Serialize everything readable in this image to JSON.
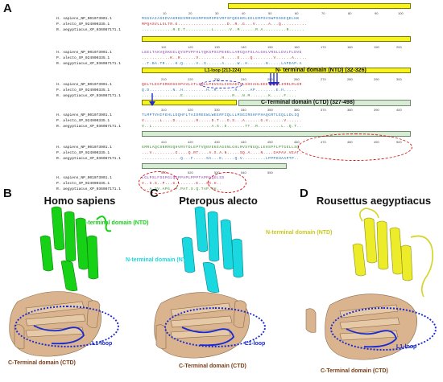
{
  "panels": {
    "a": "A",
    "b": "B",
    "c": "C",
    "d": "D"
  },
  "alignment": {
    "sequence_names": [
      "H. sapiens_NP_001073901.1",
      "P. alecto_XP_024900335.1",
      "R. aegyptiacus_XP_036087171.1"
    ],
    "blocks": [
      {
        "ruler": [
          "10",
          "20",
          "30",
          "40",
          "50",
          "60",
          "70",
          "80",
          "90",
          "100"
        ],
        "rows": [
          "MSSSAIASEDVAKRKESRRAKGRPRSMSPEVRFSFQEEKRLEELERPSVSWPSSNIQELHK",
          "MPQASVLLSLTR.E...................D..R..G...V.....A...Q..........",
          "............R.E.T..........L......V..M......R.A.........R......"
        ]
      },
      {
        "ruler": [
          "110",
          "120",
          "130",
          "140",
          "150",
          "160",
          "170",
          "180",
          "190",
          "200"
        ],
        "rows": [
          "LEELTAKVQSKEELQYSPVPFHLYQKSPSCPEHELLARCQAFSLALGHLVRSLLDVLFLDVE",
          "...........K..R......V.........H.....E....Q........V......A.....",
          "..T.BA.TR....K.Q.....V..S......A.....W..H.......N.....LAPDAP.A"
        ]
      },
      {
        "ruler": [
          "210",
          "220",
          "230",
          "240",
          "250",
          "260",
          "270",
          "280",
          "290",
          "300"
        ],
        "rows": [
          "QELYLEGFSRKDGGSPAVLATLSQLLPEVGSLCHSAEVVLSHIAHLEEEVALELIRRLRLGR",
          "Q.D.........N..H.........H..R.......R.....AP........E.H.....",
          "...............E...................R...N.M.......K.....F...."
        ]
      },
      {
        "ruler": [
          "310",
          "320",
          "330",
          "340",
          "350",
          "360",
          "370",
          "380",
          "390",
          "400"
        ],
        "rows": [
          "TLMPTVHIFEHLLEQHFLTAIDREEWLWEERFIQLLLMSGIRSHFPHAQGRTLEQLLDLIQ",
          "V......L....D........R.....D.T...G.S...A......G.V......V......",
          "V..L.......................A.S..E.......TT..R.........L..Q.T.."
        ]
      },
      {
        "ruler": [
          "410",
          "420",
          "430",
          "440",
          "450",
          "460",
          "470",
          "480",
          "490",
          "500"
        ],
        "rows": [
          "GMRLAQCSNRRSQHVRVTDLEPTVQNVEKEAGSNLGHLRVSYNGQLLEHSPFLPTGELLSQ",
          "...V.........G....Q.RT....A.S.A.N.....SQ.A....N....GAPAV.VEAT.",
          "...............Q...F.....SA...E.....Q.V.........LPPPGHAAPTP.."
        ]
      },
      {
        "ruler": [
          "510",
          "520",
          "530",
          "540",
          "550"
        ],
        "rows": [
          "LGLPSLFSGPGLQSPPAPLPPPTAPPAQGLSS",
          "V..S.S..P...G........E...SA.H..",
          "...A.SV.APG..P.PAT.S.Q.TAP.SH.."
        ]
      }
    ],
    "domains": {
      "ntd_label": "N- terminal domain (NTD) (32-326)",
      "ctd_label": "C-Terminal domain (CTD) (327-498)",
      "l1_label": "L1-loop (213-224)"
    }
  },
  "structures": {
    "human": {
      "title": "Homo sapiens",
      "ntd_label": "N-terminal domain (NTD)",
      "l1_label": "L1-loop",
      "ctd_label": "C-Terminal domain (CTD)",
      "ntd_color": "#16d116"
    },
    "bat_p": {
      "title": "Pteropus alecto",
      "ntd_label": "N-terminal domain (NTD)",
      "l1_label": "L1-loop",
      "ctd_label": "C-Terminal domain (CTD)",
      "ntd_color": "#19d8e0"
    },
    "bat_r": {
      "title": "Rousettus aegyptiacus",
      "ntd_label": "N-terminal domain (NTD)",
      "l1_label": "L1-loop",
      "ctd_label": "C-Terminal domain (CTD)",
      "ntd_color": "#ecec2a"
    }
  },
  "colors": {
    "ctd": "#d9b48f",
    "loop": "#1a2ad1",
    "ntd_bar": "#f7f31f",
    "ctd_bar": "#d8ecd5"
  }
}
